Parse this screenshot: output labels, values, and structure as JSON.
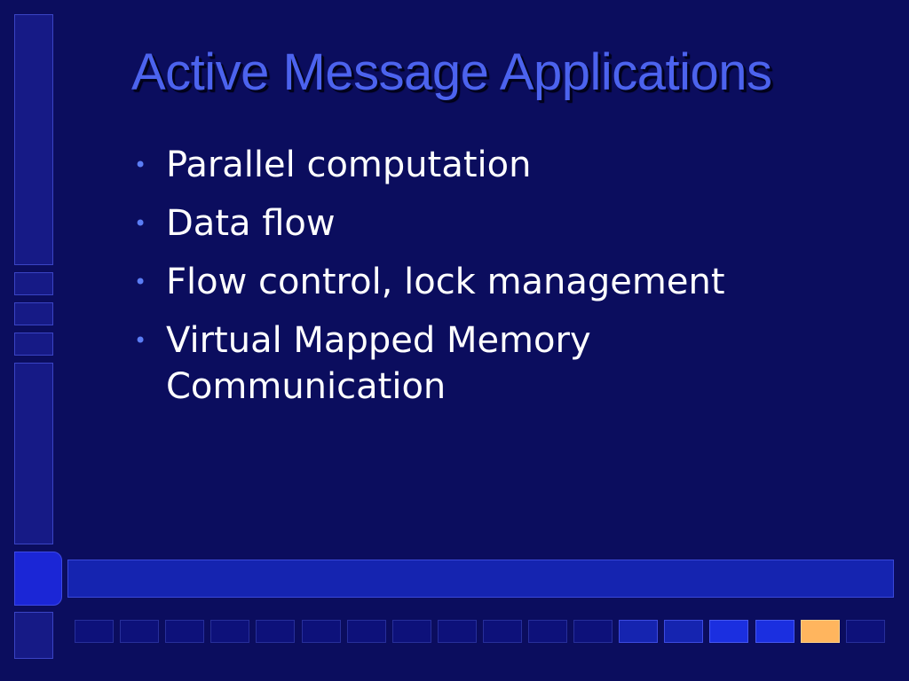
{
  "slide": {
    "title": "Active Message Applications",
    "bullets": [
      "Parallel computation",
      "Data flow",
      "Flow control, lock management",
      "Virtual Mapped Memory Communication"
    ]
  },
  "colors": {
    "background": "#0b0d5e",
    "title": "#4c63ee",
    "bullet_marker": "#5b7df5",
    "text": "#ffffff",
    "accent": "#ffb55e"
  },
  "footer": {
    "square_states": [
      "dim",
      "dim",
      "dim",
      "dim",
      "dim",
      "dim",
      "dim",
      "dim",
      "dim",
      "dim",
      "dim",
      "dim",
      "mid",
      "mid",
      "bright",
      "bright",
      "accent",
      "dim"
    ]
  }
}
